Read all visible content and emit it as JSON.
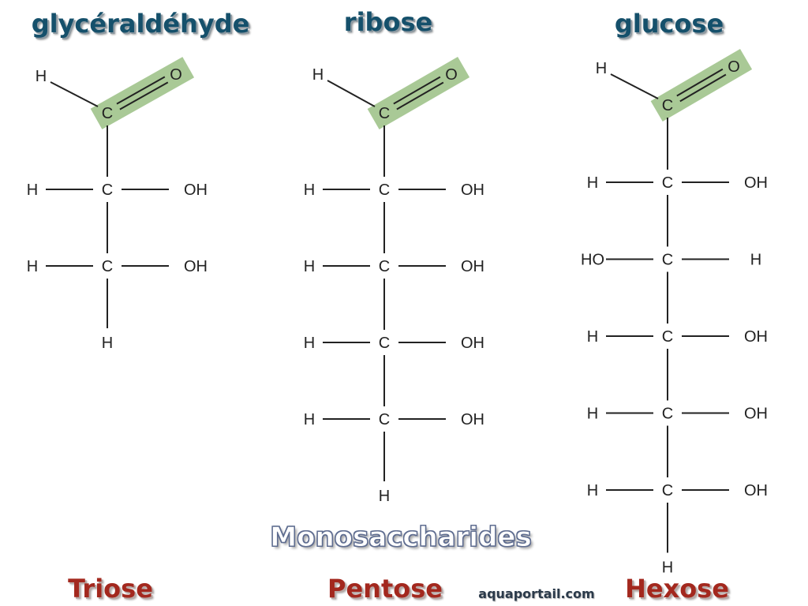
{
  "molecules": [
    {
      "name": "glycéraldéhyde",
      "category": "Triose",
      "aldehyde": {
        "h": "H",
        "c": "C",
        "o": "O"
      },
      "rows": [
        {
          "left": "H",
          "center": "C",
          "right": "OH"
        },
        {
          "left": "H",
          "center": "C",
          "right": "OH"
        }
      ],
      "bottom": "H"
    },
    {
      "name": "ribose",
      "category": "Pentose",
      "aldehyde": {
        "h": "H",
        "c": "C",
        "o": "O"
      },
      "rows": [
        {
          "left": "H",
          "center": "C",
          "right": "OH"
        },
        {
          "left": "H",
          "center": "C",
          "right": "OH"
        },
        {
          "left": "H",
          "center": "C",
          "right": "OH"
        },
        {
          "left": "H",
          "center": "C",
          "right": "OH"
        }
      ],
      "bottom": "H"
    },
    {
      "name": "glucose",
      "category": "Hexose",
      "aldehyde": {
        "h": "H",
        "c": "C",
        "o": "O"
      },
      "rows": [
        {
          "left": "H",
          "center": "C",
          "right": "OH"
        },
        {
          "left": "HO",
          "center": "C",
          "right": "H"
        },
        {
          "left": "H",
          "center": "C",
          "right": "OH"
        },
        {
          "left": "H",
          "center": "C",
          "right": "OH"
        },
        {
          "left": "H",
          "center": "C",
          "right": "OH"
        }
      ],
      "bottom": "H"
    }
  ],
  "subtitle": "Monosaccharides",
  "watermark": "aquaportail.com",
  "colors": {
    "title": "#15506b",
    "category": "#a3281e",
    "highlight": "#a9c996",
    "bond": "#222222"
  }
}
